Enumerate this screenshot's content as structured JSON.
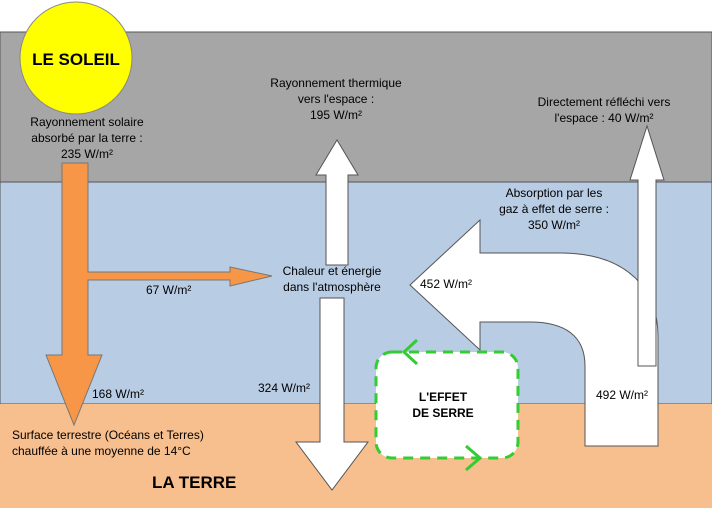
{
  "sun": {
    "label": "LE SOLEIL",
    "color": "#ffff00"
  },
  "earth": {
    "label": "LA TERRE",
    "color": "#f7be8e"
  },
  "zones": {
    "space_color": "#a6a6a6",
    "atmosphere_color": "#b8cce4"
  },
  "solar_absorbed": {
    "line1": "Rayonnement solaire",
    "line2": "absorbé par la terre :",
    "line3": "235 W/m²"
  },
  "thermal_to_space": {
    "line1": "Rayonnement thermique",
    "line2": "vers l'espace :",
    "line3": "195 W/m²"
  },
  "reflected": {
    "line1": "Directement réfléchi vers",
    "line2": "l'espace : 40 W/m²"
  },
  "greenhouse_absorption": {
    "line1": "Absorption par les",
    "line2": "gaz à effet de serre :",
    "line3": "350 W/m²"
  },
  "heat_atmosphere": {
    "line1": "Chaleur et énergie",
    "line2": "dans l'atmosphère"
  },
  "values": {
    "to_atmosphere": "67 W/m²",
    "back_radiation": "452 W/m²",
    "to_surface": "168 W/m²",
    "downward": "324 W/m²",
    "surface_emission": "492 W/m²"
  },
  "surface": {
    "line1": "Surface terrestre (Océans et Terres)",
    "line2": "chauffée à une moyenne de 14°C"
  },
  "effect": {
    "line1": "L'EFFET",
    "line2": "DE SERRE",
    "loop_color": "#33cc33"
  },
  "arrow_colors": {
    "solar": "#f79646",
    "white": "#ffffff"
  }
}
